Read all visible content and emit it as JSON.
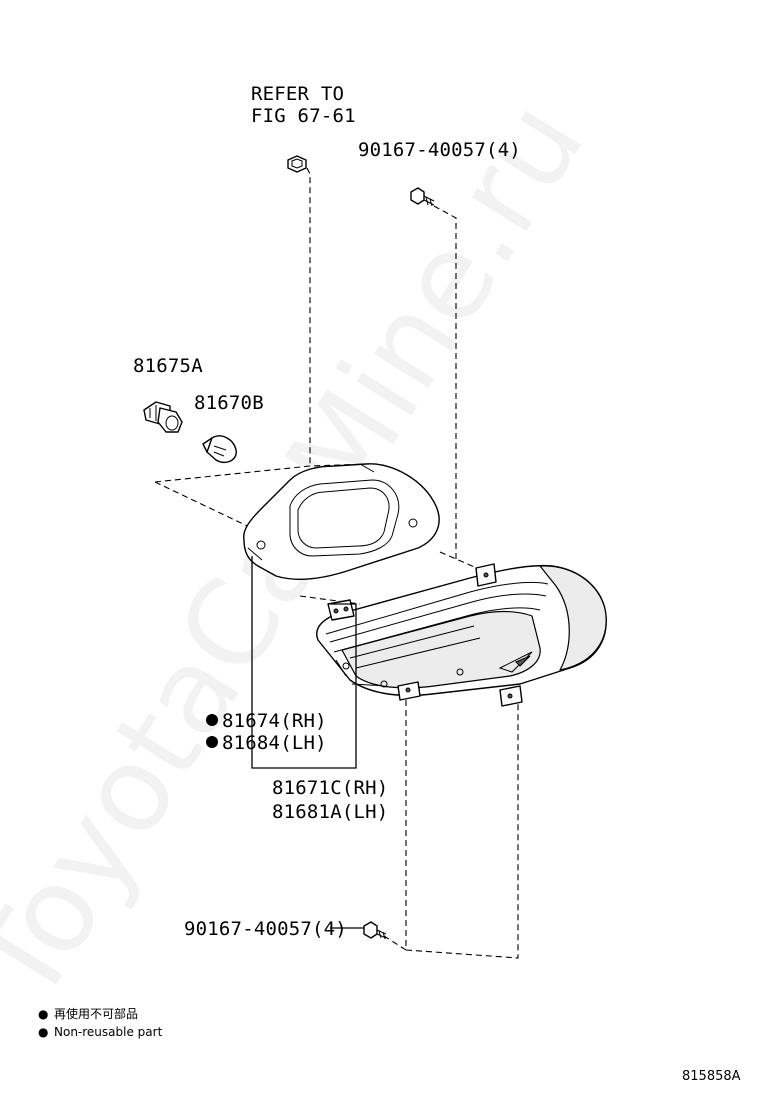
{
  "watermark": "ToyotaCarMine.ru",
  "labels": {
    "refer_line1": "REFER TO",
    "refer_line2": "FIG 67-61",
    "screw_top": "90167-40057(4)",
    "bulb_socket": "81675A",
    "bulb": "81670B",
    "gasket_rh": "81674(RH)",
    "gasket_lh": "81684(LH)",
    "lamp_rh": "81671C(RH)",
    "lamp_lh": "81681A(LH)",
    "screw_bottom": "90167-40057(4)"
  },
  "legend": {
    "marker": "●",
    "line1": "再使用不可部品",
    "line2": "Non-reusable part"
  },
  "figure_number": "815858A"
}
